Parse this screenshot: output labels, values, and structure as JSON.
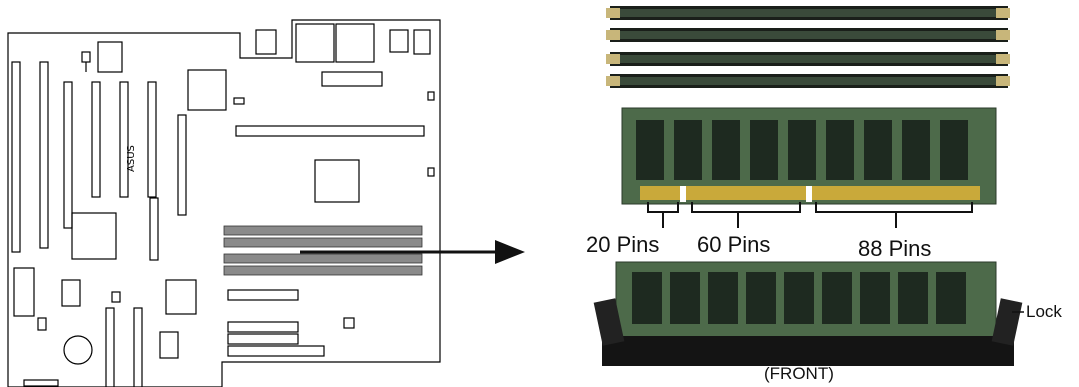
{
  "labels": {
    "pins_20": "20 Pins",
    "pins_60": "60 Pins",
    "pins_88": "88 Pins",
    "lock": "Lock",
    "front": "(FRONT)"
  },
  "colors": {
    "dimm_green": "#3f5a3c",
    "chip_dark": "#1e2a20",
    "gold_contacts": "#c9a93a",
    "slot_gray": "#8a8a8a",
    "board_line": "#000000"
  },
  "icons": {
    "arrow": "right-arrow-icon"
  }
}
